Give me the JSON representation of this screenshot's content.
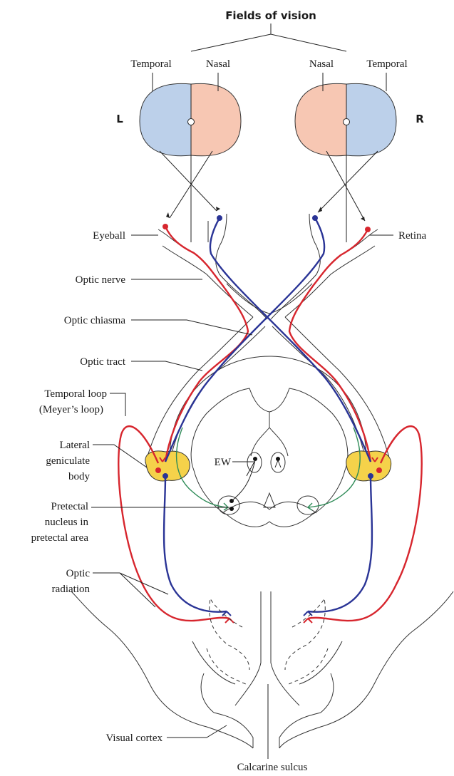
{
  "title": "Fields of vision",
  "eye_left": {
    "side": "L",
    "temporal": "Temporal",
    "nasal": "Nasal"
  },
  "eye_right": {
    "side": "R",
    "temporal": "Temporal",
    "nasal": "Nasal"
  },
  "labels": {
    "eyeball": "Eyeball",
    "retina": "Retina",
    "optic_nerve": "Optic nerve",
    "optic_chiasma": "Optic chiasma",
    "optic_tract": "Optic tract",
    "temporal_loop_1": "Temporal loop",
    "temporal_loop_2": "(Meyer’s loop)",
    "lgb_1": "Lateral",
    "lgb_2": "geniculate",
    "lgb_3": "body",
    "ew": "EW",
    "pretectal_1": "Pretectal",
    "pretectal_2": "nucleus in",
    "pretectal_3": "pretectal area",
    "radiation_1": "Optic",
    "radiation_2": "radiation",
    "visual_cortex": "Visual cortex",
    "calcarine": "Calcarine sulcus"
  },
  "colors": {
    "temporal_field": "#bcd0ea",
    "nasal_field": "#f7c7b3",
    "red_pathway": "#d7262e",
    "blue_pathway": "#2a3496",
    "green_pathway": "#2e8b57",
    "lgb": "#f5d24a"
  }
}
